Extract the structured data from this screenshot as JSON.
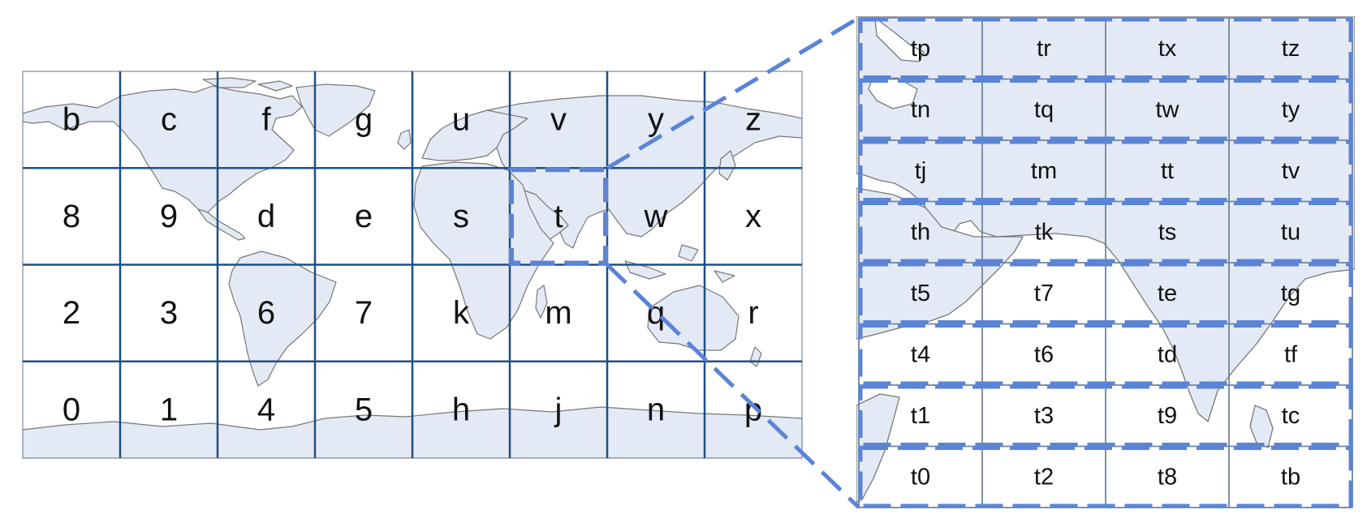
{
  "world_grid": {
    "rows": [
      [
        "b",
        "c",
        "f",
        "g",
        "u",
        "v",
        "y",
        "z"
      ],
      [
        "8",
        "9",
        "d",
        "e",
        "s",
        "t",
        "w",
        "x"
      ],
      [
        "2",
        "3",
        "6",
        "7",
        "k",
        "m",
        "q",
        "r"
      ],
      [
        "0",
        "1",
        "4",
        "5",
        "h",
        "j",
        "n",
        "p"
      ]
    ],
    "highlighted_cell": "t"
  },
  "zoom_grid": {
    "parent_cell": "t",
    "rows": [
      [
        "tp",
        "tr",
        "tx",
        "tz"
      ],
      [
        "tn",
        "tq",
        "tw",
        "ty"
      ],
      [
        "tj",
        "tm",
        "tt",
        "tv"
      ],
      [
        "th",
        "tk",
        "ts",
        "tu"
      ],
      [
        "t5",
        "t7",
        "te",
        "tg"
      ],
      [
        "t4",
        "t6",
        "td",
        "tf"
      ],
      [
        "t1",
        "t3",
        "t9",
        "tc"
      ],
      [
        "t0",
        "t2",
        "t8",
        "tb"
      ]
    ]
  },
  "colors": {
    "land": "#e4eaf5",
    "coast": "#777777",
    "grid": "#1f4f82",
    "zoom_grid": "#6f8399",
    "highlight": "#5b84d6",
    "text": "#111111"
  }
}
